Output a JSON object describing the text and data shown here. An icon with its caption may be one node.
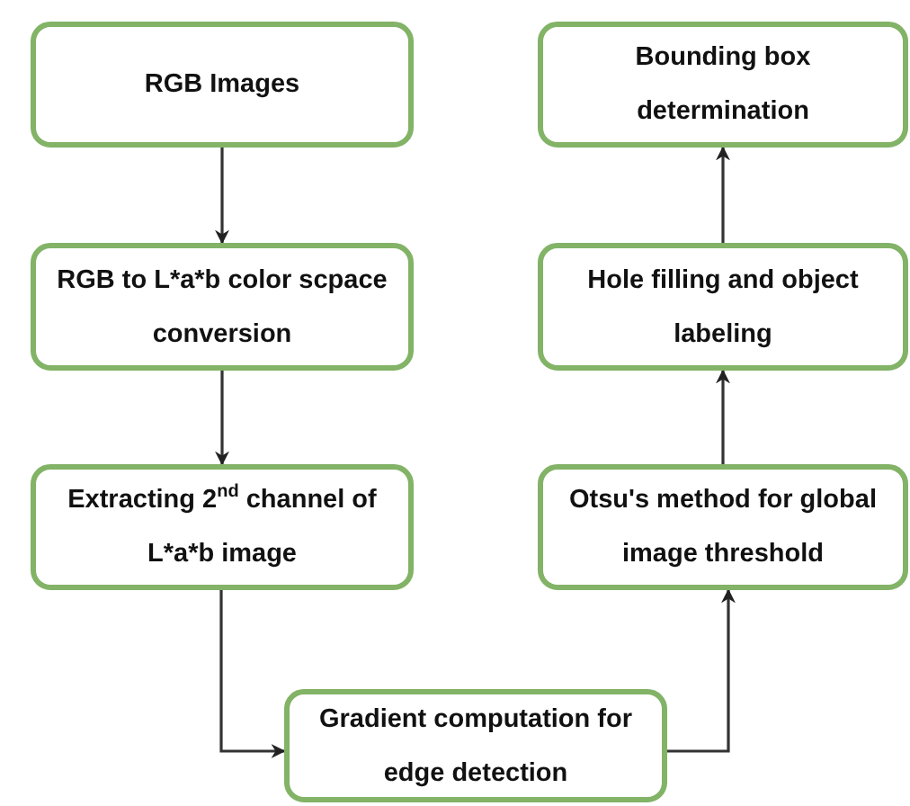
{
  "diagram": {
    "nodes": [
      {
        "text": [
          "RGB Images"
        ]
      },
      {
        "text": [
          "RGB to L*a*b color scpace conversion"
        ]
      },
      {
        "text": [
          "Extracting 2$^{nd}$ channel of L*a*b image"
        ]
      },
      {
        "text": [
          "Gradient computation for edge detection"
        ]
      },
      {
        "text": [
          "Otsu's method for global image threshold"
        ]
      },
      {
        "text": [
          "Hole filling and object labeling"
        ]
      },
      {
        "text": [
          "Bounding box determination"
        ]
      }
    ],
    "edges": [
      {
        "from": 0,
        "to": 1,
        "arrow": "to"
      },
      {
        "from": 1,
        "to": 2,
        "arrow": "to"
      },
      {
        "from": 2,
        "to": 3,
        "arrow": "to"
      },
      {
        "from": 3,
        "to": 4,
        "arrow": "to"
      },
      {
        "from": 4,
        "to": 5,
        "arrow": "to"
      },
      {
        "from": 5,
        "to": 6,
        "arrow": "to"
      }
    ]
  }
}
